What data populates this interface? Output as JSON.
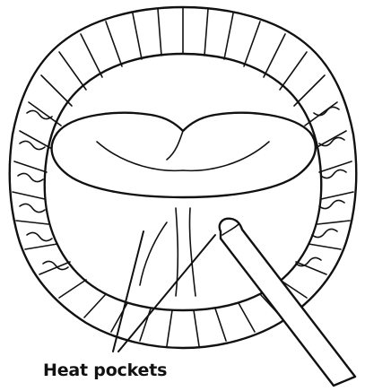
{
  "diagram": {
    "label": "Heat pockets",
    "ink_color": "#111111",
    "background_color": "#ffffff",
    "parts": [
      "upper-dental-arch",
      "tongue",
      "lower-teeth-row",
      "probe"
    ]
  }
}
